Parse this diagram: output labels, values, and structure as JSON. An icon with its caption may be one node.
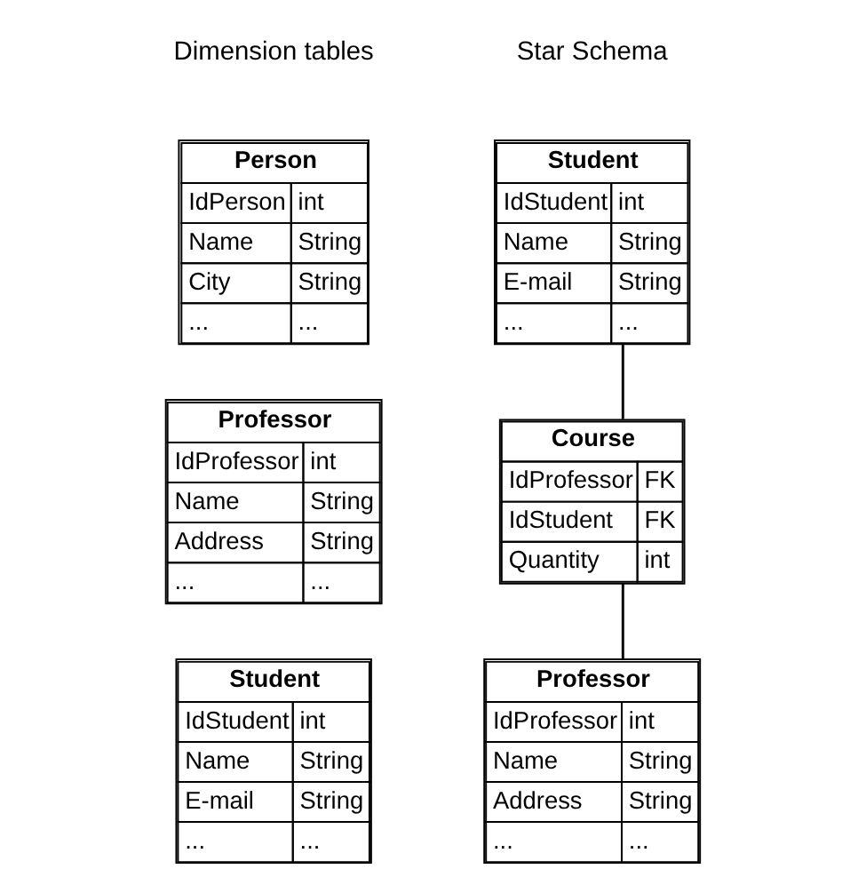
{
  "diagram": {
    "nodes": [
      {
        "text": [
          "Person",
          "IdPerson",
          "int",
          "Name",
          "String",
          "City",
          "String",
          "...",
          "..."
        ]
      },
      {
        "text": [
          "Professor",
          "IdProfessor",
          "int",
          "Name",
          "String",
          "Address",
          "String",
          "...",
          "..."
        ]
      },
      {
        "text": [
          "Student",
          "IdStudent",
          "int",
          "Name",
          "String",
          "E-mail",
          "String",
          "...",
          "..."
        ]
      },
      {
        "text": [
          "Student",
          "IdStudent",
          "int",
          "Name",
          "String",
          "E-mail",
          "String",
          "...",
          "..."
        ]
      },
      {
        "text": [
          "Course",
          "IdProfessor",
          "FK",
          "IdStudent",
          "FK",
          "Quantity",
          "int"
        ]
      },
      {
        "text": [
          "Professor",
          "IdProfessor",
          "int",
          "Name",
          "String",
          "Address",
          "String",
          "...",
          "..."
        ]
      }
    ],
    "edges": [
      {
        "from": 3,
        "to": 4,
        "arrow": "none"
      },
      {
        "from": 4,
        "to": 5,
        "arrow": "none"
      }
    ],
    "labels": [
      "Dimension tables",
      "Star Schema"
    ]
  }
}
